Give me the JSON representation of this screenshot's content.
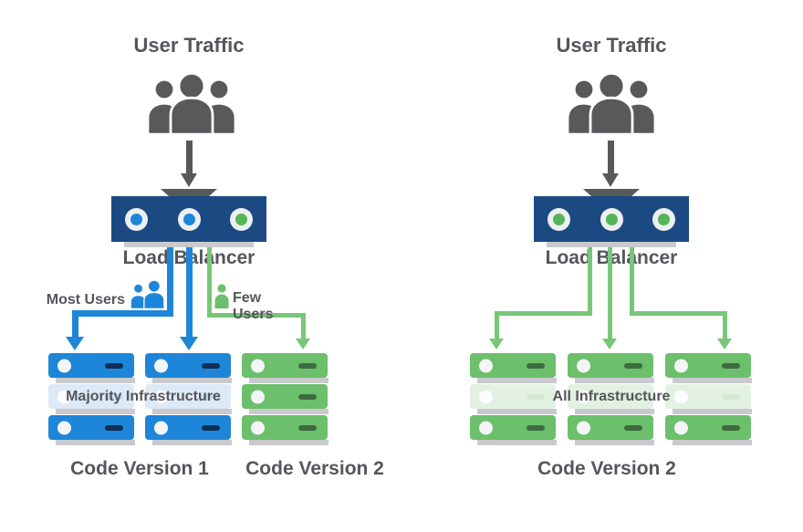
{
  "colors": {
    "blue": "#1E86D8",
    "navy": "#1B4A82",
    "green": "#6CBF6B",
    "green-line": "#79C679",
    "green-dot": "#56B456",
    "dash-navy": "#0E2F56",
    "dash-green": "#3E6B40",
    "pale-blue": "#DCE9F6",
    "pale-blue-dash": "#C6DCF0",
    "pale-green": "#E2F1E1",
    "pale-green-dash": "#D3E8D3",
    "led": "#F3F5F7",
    "led-pale": "#FAFCFD",
    "white-dot": "#EDF0F3",
    "ink": "#55565A",
    "dark": "#58595B",
    "shadow": "#C9CACD"
  },
  "icons": {
    "user_group": "three-person-silhouette",
    "most_users": "two-person-silhouette",
    "few_users": "one-person-silhouette",
    "traffic_arrow": "arrow-down",
    "funnel": "funnel-tray",
    "lb_port": "status-dot-circle",
    "server_led": "round-indicator",
    "server_dash": "vent-slot"
  },
  "left": {
    "user_traffic": "User Traffic",
    "load_balancer": "Load Balancer",
    "most_users": "Most Users",
    "few_users": "Few Users",
    "infrastructure": "Majority Infrastructure",
    "code_v1": "Code Version 1",
    "code_v2": "Code Version 2"
  },
  "right": {
    "user_traffic": "User Traffic",
    "load_balancer": "Load Balancer",
    "infrastructure": "All Infrastructure",
    "code_v2": "Code Version 2"
  }
}
